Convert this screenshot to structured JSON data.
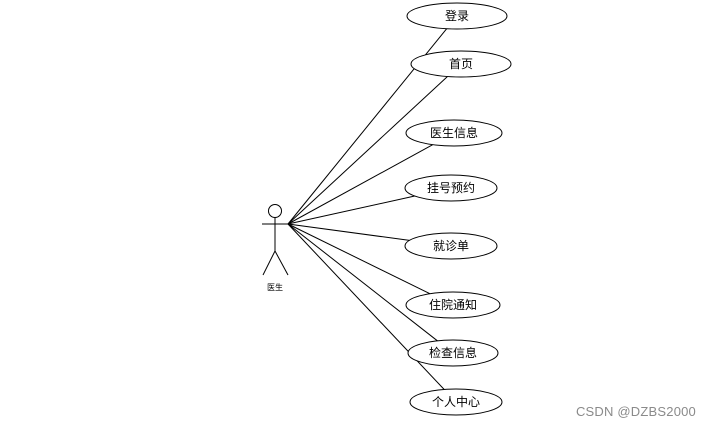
{
  "actor": {
    "label": "医生"
  },
  "use_cases": [
    {
      "label": "登录"
    },
    {
      "label": "首页"
    },
    {
      "label": "医生信息"
    },
    {
      "label": "挂号预约"
    },
    {
      "label": "就诊单"
    },
    {
      "label": "住院通知"
    },
    {
      "label": "检查信息"
    },
    {
      "label": "个人中心"
    }
  ],
  "watermark": "CSDN @DZBS2000",
  "colors": {
    "stroke": "#000000",
    "background": "#ffffff",
    "watermark": "#8a8a8a"
  }
}
